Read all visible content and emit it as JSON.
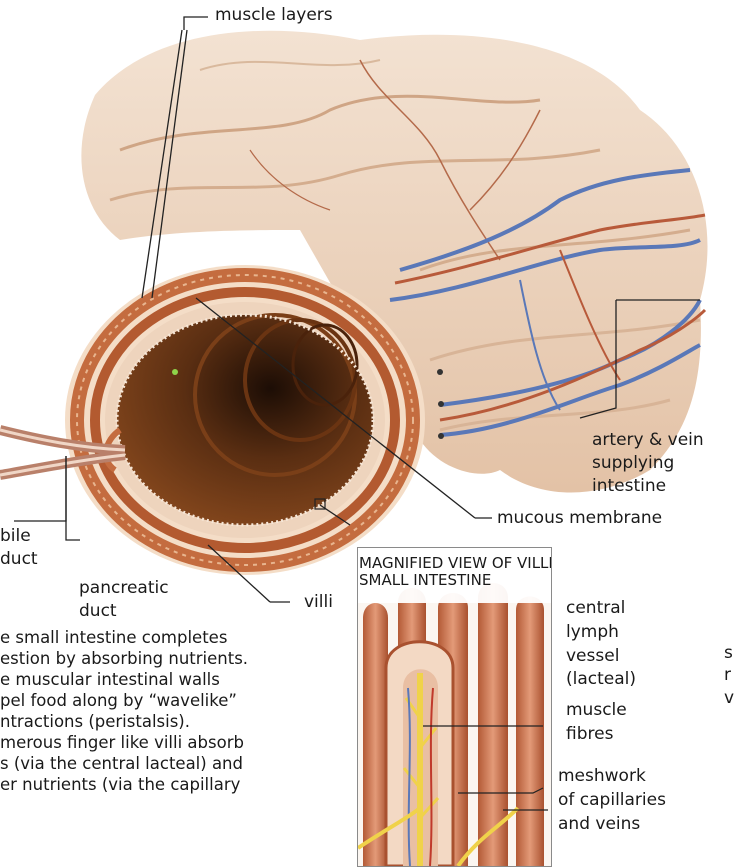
{
  "labels": {
    "muscle_layers": "muscle layers",
    "artery_vein": "artery & vein",
    "supplying": "supplying",
    "intestine": "intestine",
    "mucous_membrane": "mucous membrane",
    "bile": "bile",
    "duct": "duct",
    "pancreatic": "pancreatic",
    "duct2": "duct",
    "villi": "villi"
  },
  "inset": {
    "title_line1": "MAGNIFIED VIEW OF VILLI OF",
    "title_line2": "SMALL INTESTINE",
    "central": "central",
    "lymph": "lymph",
    "vessel": "vessel",
    "lacteal": "(lacteal)",
    "muscle": "muscle",
    "fibres": "fibres",
    "meshwork": "meshwork",
    "of_capillaries": "of capillaries",
    "and_veins": "and veins"
  },
  "paragraph": {
    "lines": [
      "e  small  intestine  completes",
      "estion by absorbing nutrients.",
      "e  muscular  intestinal  walls",
      "pel food along by “wavelike”",
      "ntractions            (peristalsis).",
      "merous finger like villi absorb",
      "s (via the central lacteal) and",
      "er  nutrients (via the capillary"
    ]
  },
  "edge_letters": {
    "s": "s",
    "r": "r",
    "v": "v"
  }
}
